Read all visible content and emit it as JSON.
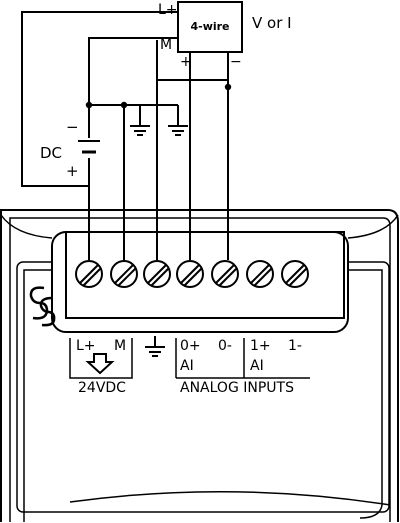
{
  "transmitter": {
    "box_label": "4-wire",
    "signal_label": "V or I",
    "pin_lplus": "L+",
    "pin_m": "M",
    "pin_plus": "+",
    "pin_minus": "−"
  },
  "supply": {
    "label": "DC",
    "minus": "−",
    "plus": "+"
  },
  "module": {
    "logo": "Siemens",
    "terminal_labels": [
      "L+",
      "M",
      "0+",
      "0-",
      "1+",
      "1-"
    ],
    "ai_labels": [
      "AI",
      "AI"
    ],
    "power_label": "24VDC",
    "inputs_label": "ANALOG INPUTS"
  }
}
